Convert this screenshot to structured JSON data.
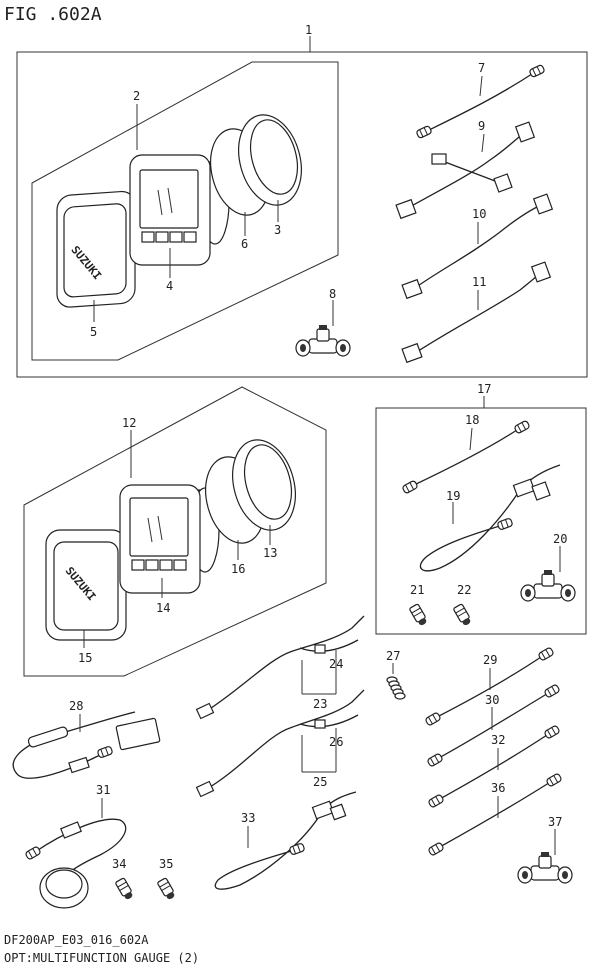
{
  "figure_title": "FIG .602A",
  "footer": {
    "code": "DF200AP_E03_016_602A",
    "caption": "OPT:MULTIFUNCTION GAUGE (2)"
  },
  "logo_text": "SUZUKI",
  "callouts": {
    "c1": "1",
    "c2": "2",
    "c3": "3",
    "c4": "4",
    "c5": "5",
    "c6": "6",
    "c7": "7",
    "c8": "8",
    "c9": "9",
    "c10": "10",
    "c11": "11",
    "c12": "12",
    "c13": "13",
    "c14": "14",
    "c15": "15",
    "c16": "16",
    "c17": "17",
    "c18": "18",
    "c19": "19",
    "c20": "20",
    "c21": "21",
    "c22": "22",
    "c23": "23",
    "c24": "24",
    "c25": "25",
    "c26": "26",
    "c27": "27",
    "c28": "28",
    "c29": "29",
    "c30": "30",
    "c31": "31",
    "c32": "32",
    "c33": "33",
    "c34": "34",
    "c35": "35",
    "c36": "36",
    "c37": "37"
  }
}
